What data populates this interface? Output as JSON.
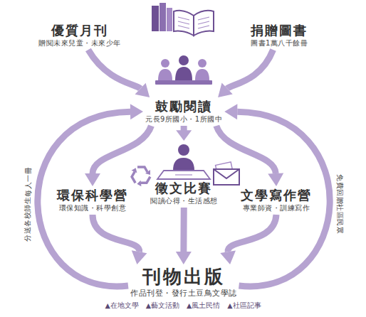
{
  "diagram": {
    "nodes": [
      {
        "text": [
          "優質月刊",
          "贈閱未來兒童・未來少年"
        ]
      },
      {
        "text": [
          "捐贈圖書",
          "圖書1萬八千餘冊"
        ]
      },
      {
        "text": [
          "鼓勵閱讀",
          "元長9所國小・1所國中"
        ]
      },
      {
        "text": [
          "環保科學營",
          "環保知識・科學創意"
        ]
      },
      {
        "text": [
          "文學寫作營",
          "專業師資・訓練寫作"
        ]
      },
      {
        "text": [
          "徵文比賽",
          "閱讀心得・生活感想"
        ]
      },
      {
        "text": [
          "刊物出版",
          "作品刊登・發行土豆鳥文學誌"
        ]
      }
    ],
    "edges": [
      {
        "from": 0,
        "to": 2,
        "arrow": "to"
      },
      {
        "from": 1,
        "to": 2,
        "arrow": "to"
      },
      {
        "from": 2,
        "to": 3,
        "arrow": "to"
      },
      {
        "from": 2,
        "to": 5,
        "arrow": "to"
      },
      {
        "from": 2,
        "to": 4,
        "arrow": "to"
      },
      {
        "from": 3,
        "to": 6,
        "arrow": "to"
      },
      {
        "from": 5,
        "to": 6,
        "arrow": "to"
      },
      {
        "from": 4,
        "to": 6,
        "arrow": "to"
      },
      {
        "from": 6,
        "to": 2,
        "label": "分送各校師生每人一冊",
        "arrow": "to"
      },
      {
        "from": 6,
        "to": 2,
        "label": "免費回贈社區民眾",
        "arrow": "to"
      }
    ],
    "labels": [
      "▲在地文學",
      "▲藝文活動",
      "▲風土民情",
      "▲社區記事"
    ]
  }
}
